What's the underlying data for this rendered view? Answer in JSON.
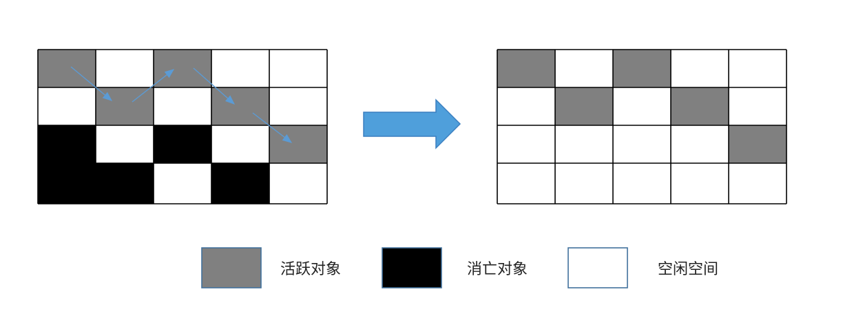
{
  "colors": {
    "live": "#808080",
    "dead": "#000000",
    "free": "#ffffff",
    "grid_line": "#000000",
    "path_arrow": "#5b9bd5",
    "big_arrow_fill": "#4f9fdb",
    "big_arrow_stroke": "#3a7fc0",
    "legend_border": "#41719c"
  },
  "before_grid": {
    "rows": [
      [
        "live",
        "free",
        "live",
        "free",
        "free"
      ],
      [
        "free",
        "live",
        "free",
        "live",
        "free"
      ],
      [
        "dead",
        "free",
        "dead",
        "free",
        "live"
      ],
      [
        "dead",
        "dead",
        "free",
        "dead",
        "free"
      ]
    ]
  },
  "after_grid": {
    "rows": [
      [
        "live",
        "free",
        "live",
        "free",
        "free"
      ],
      [
        "free",
        "live",
        "free",
        "live",
        "free"
      ],
      [
        "free",
        "free",
        "free",
        "free",
        "live"
      ],
      [
        "free",
        "free",
        "free",
        "free",
        "free"
      ]
    ]
  },
  "legend": [
    {
      "key": "live",
      "label": "活跃对象"
    },
    {
      "key": "dead",
      "label": "消亡对象"
    },
    {
      "key": "free",
      "label": "空闲空间"
    }
  ]
}
